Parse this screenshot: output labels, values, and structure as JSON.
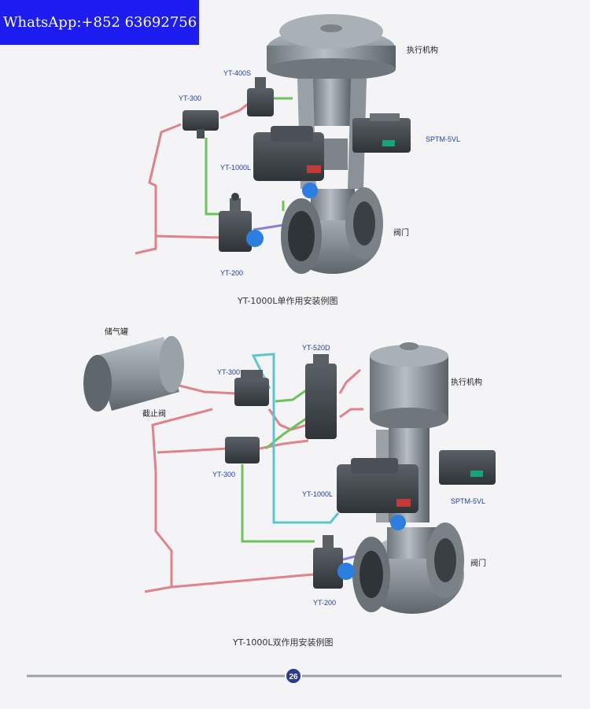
{
  "banner": {
    "text": "WhatsApp:+852 63692756"
  },
  "diagram1": {
    "caption": "YT-1000L单作用安装例图",
    "labels": {
      "yt400s": "YT-400S",
      "yt300": "YT-300",
      "actuator": "执行机构",
      "sptm": "SPTM-5VL",
      "yt1000l": "YT-1000L",
      "valve": "阀门",
      "yt200": "YT-200"
    }
  },
  "diagram2": {
    "caption": "YT-1000L双作用安装例图",
    "labels": {
      "tank": "储气罐",
      "yt520d": "YT-520D",
      "yt300a": "YT-300",
      "actuator": "执行机构",
      "shutoff": "截止阀",
      "yt300b": "YT-300",
      "yt1000l": "YT-1000L",
      "sptm": "SPTM-5VL",
      "valve": "阀门",
      "yt200": "YT-200"
    }
  },
  "footer": {
    "page_number": "26"
  },
  "colors": {
    "air_red": "#e0828a",
    "air_green": "#6cc35a",
    "air_cyan": "#5cc6cf",
    "body_grey": "#8f989f",
    "label_blue": "#1f3fa0",
    "banner_blue": "#1d1df2"
  }
}
